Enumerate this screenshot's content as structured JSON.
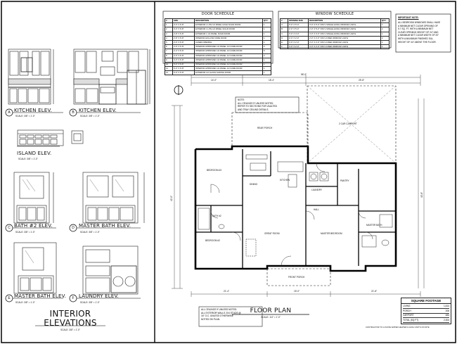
{
  "title_block": {
    "interior_title_line1": "INTERIOR",
    "interior_title_line2": "ELEVATIONS",
    "interior_scale": "SCALE: 3/8\" = 1'-0\"",
    "floor_plan_title": "FLOOR PLAN",
    "floor_plan_scale": "SCALE: 1/4\" = 1'-0\""
  },
  "elevations": [
    {
      "marker": "A",
      "label": "KITCHEN ELEV.",
      "scale": "SCALE: 3/8\" = 1'-0\""
    },
    {
      "marker": "B",
      "label": "KITCHEN ELEV.",
      "scale": "SCALE: 3/8\" = 1'-0\""
    },
    {
      "marker": "",
      "label": "ISLAND ELEV.",
      "scale": "SCALE: 3/8\" = 1'-0\""
    },
    {
      "marker": "C",
      "label": "BATH #2 ELEV.",
      "scale": "SCALE: 3/8\" = 1'-0\""
    },
    {
      "marker": "D",
      "label": "MASTER BATH ELEV.",
      "scale": "SCALE: 3/8\" = 1'-0\""
    },
    {
      "marker": "E",
      "label": "MASTER BATH ELEV.",
      "scale": "SCALE: 3/8\" = 1'-0\""
    },
    {
      "marker": "F",
      "label": "LAUNDRY ELEV.",
      "scale": "SCALE: 3/8\" = 1'-0\""
    }
  ],
  "door_schedule": {
    "title": "DOOR SCHEDULE",
    "headers": [
      "#",
      "SIZE",
      "DESCRIPTION",
      "QTY."
    ],
    "rows": [
      [
        "1",
        "3'-0\" X 6'-8\"",
        "EXTERIOR 1 LITE 1/2 PANEL HOLE SOLID DOOR",
        "1"
      ],
      [
        "2",
        "3'-0\" X 6'-8\"",
        "EXTERIOR 1 LITE 1/2 PANEL SOLID DOOR",
        "1"
      ],
      [
        "3",
        "2'-8\" X 6'-8\"",
        "EXTERIOR 1 1/2 PANEL SOLID DOOR",
        "1"
      ],
      [
        "4",
        "2'-8\" X 6'-8\"",
        "INTERIOR HOLLOW CORE DOOR",
        "1"
      ],
      [
        "5",
        "2'-6\" X 6'-8\"",
        "CASED OPENING",
        "1"
      ],
      [
        "6",
        "2'-6\" X 6'-8\"",
        "INTERIOR APPROVED 1/2 PANEL 1/2 CORE DOOR",
        "2"
      ],
      [
        "7",
        "2'-4\" X 6'-8\"",
        "INTERIOR APPROVED 1/2 PANEL 1/2 CORE DOOR",
        "5"
      ],
      [
        "8",
        "2'-0\" X 6'-8\"",
        "INTERIOR APPROVED 1/2 PANEL 1/2 CORE DOOR",
        "2"
      ],
      [
        "9",
        "4'-0\" X 6'-8\"",
        "INTERIOR APPROVED 1/2 PANEL 1/2 CORE DOOR",
        "1"
      ],
      [
        "10",
        "5'-0\" X 6'-8\"",
        "INTERIOR APPROVED 1/2 PANEL 1/2 CORE DOOR",
        "1"
      ],
      [
        "11",
        "6'-0\" X 6'-8\"",
        "INTERIOR APPROVED 1/2 PANEL 1/2 CORE DOOR",
        "1"
      ],
      [
        "12",
        "6'-0\" X 6'-8\"",
        "EXTERIOR 1/2 GLASS SLIDING DOOR",
        "1"
      ]
    ]
  },
  "window_schedule": {
    "title": "WINDOW SCHEDULE",
    "headers": [
      "#",
      "OPENING SIZE",
      "DESCRIPTION",
      "QTY."
    ],
    "rows": [
      [
        "A",
        "3'-0\" X 5'-0\"",
        "3'-0\" X 5'-0\" VINYL SINGLE HUNG WINDOW LOW E",
        "7"
      ],
      [
        "B",
        "2'-0\" X 5'-0\"",
        "2'-0\" X 5'-0\" VINYL SINGLE HUNG WINDOW LOW E",
        "2"
      ],
      [
        "C",
        "3'-0\" X 3'-0\"",
        "3'-0\" X 3'-0\" VINYL SINGLE HUNG WINDOW LOW E",
        "1"
      ],
      [
        "D",
        "2'-0\" X 2'-0\"",
        "2'-0\" X 2'-0\" VINYL FIXED WINDOW LOW E",
        "2"
      ],
      [
        "E",
        "3'-0\" X 2'-0\"",
        "3'-0\" X 2'-0\" VINYL FIXED WINDOW LOW E",
        "1"
      ],
      [
        "F",
        "4'-0\" X 2'-0\"",
        "4'-0\" X 2'-0\" VINYL FIXED WINDOW LOW E",
        "1"
      ]
    ]
  },
  "important_note": {
    "title": "IMPORTANT NOTE:",
    "lines": [
      "ALL BEDROOM WINDOWS SHALL HAVE",
      "A MINIMUM NET CLEAR OPENING OF",
      "5.7 SQ. FT. WITH A MINIMUM NET",
      "CLEAR OPENING HEIGHT OF 24\" AND",
      "A MINIMUM NET CLEAR WIDTH OF 20\"",
      "WITH A MAXIMUM FINISHED SILL",
      "HEIGHT OF 44\" ABOVE THE FLOOR."
    ]
  },
  "plan_note": {
    "lines": [
      "NOTE:",
      "ALL CEILINGS 9' UNLESS NOTED.",
      "REFER TO SECTIONS FOR VAULTED",
      "AND TRAY CEILING DETAILS."
    ]
  },
  "bottom_note": {
    "lines": [
      "ALL CEILINGS 9' UNLESS NOTED.",
      "ALL EXTERIOR WALLS 2X4 STUDS @",
      "16\" O.C. UNLESS OTHERWISE",
      "NOTED ON PLAN."
    ]
  },
  "rooms": [
    {
      "key": "bedroom3",
      "name": "BEDROOM #3"
    },
    {
      "key": "bedroom2",
      "name": "BEDROOM #2"
    },
    {
      "key": "bath2",
      "name": "BATH #2"
    },
    {
      "key": "rear_porch",
      "name": "REAR PORCH"
    },
    {
      "key": "carport",
      "name": "2 CAR CARPORT"
    },
    {
      "key": "great_room",
      "name": "GREAT ROOM"
    },
    {
      "key": "kitchen",
      "name": "KITCHEN"
    },
    {
      "key": "dining",
      "name": "DINING"
    },
    {
      "key": "laundry",
      "name": "LAUNDRY"
    },
    {
      "key": "master_bedroom",
      "name": "MASTER BEDROOM"
    },
    {
      "key": "master_bath",
      "name": "MASTER BATH"
    },
    {
      "key": "front_porch",
      "name": "FRONT PORCH"
    },
    {
      "key": "pantry",
      "name": "PANTRY"
    },
    {
      "key": "hall",
      "name": "HALL"
    }
  ],
  "dimensions": {
    "overall_top": "58'-0\"",
    "overall_left": "42'-0\"",
    "overall_right": "40'-8\"",
    "seg1": "14'-0\"",
    "seg2": "18'-4\"",
    "seg3": "25'-8\"",
    "bot1": "21'-4\"",
    "bot2": "15'-0\"",
    "bot3": "21'-8\""
  },
  "square_footage": {
    "title": "SQUARE FOOTAGE",
    "rows": [
      {
        "label": "LIVING",
        "value": "1,614"
      },
      {
        "label": "PORCH",
        "value": "206"
      },
      {
        "label": "CARPORT",
        "value": "484"
      },
      {
        "label": "TOTAL (SQ FT)",
        "value": "2,304"
      }
    ]
  },
  "contractor_note": "CONTRACTOR TO LOCATE WATER HEATER & HVAC UNITS ON SITE"
}
